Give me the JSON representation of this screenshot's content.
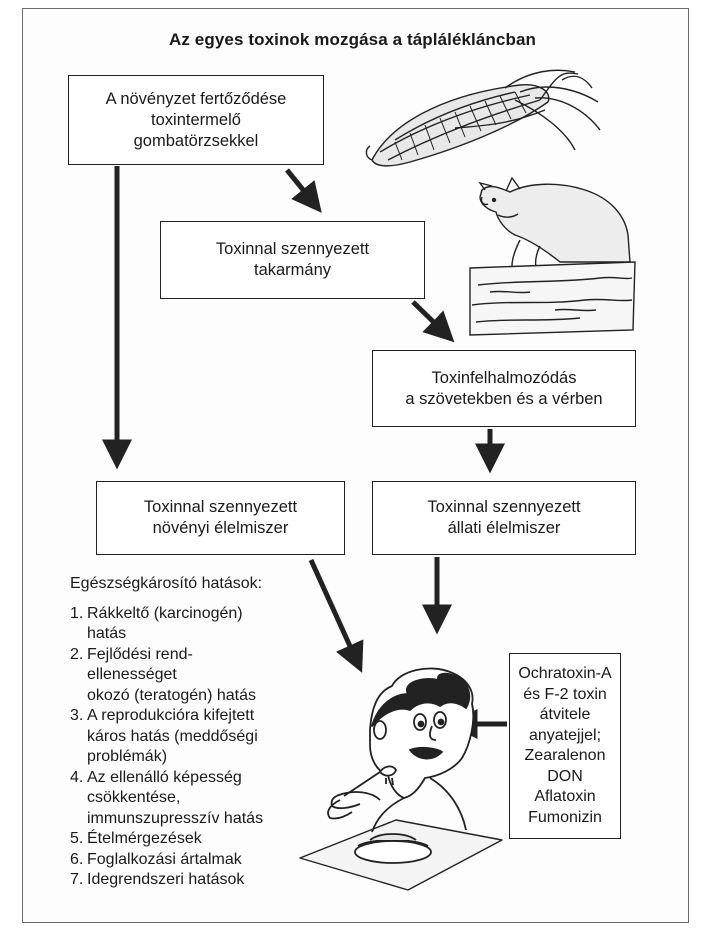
{
  "title": "Az egyes toxinok mozgása a táplálékláncban",
  "boxes": {
    "plant_infection": "A növényzet fertőződése\ntoxintermelő\ngombatörzsekkel",
    "contaminated_feed": "Toxinnal szennyezett\ntakarmány",
    "accumulation": "Toxinfelhalmozódás\na szövetekben és a vérben",
    "plant_food": "Toxinnal szennyezett\nnövényi élelmiszer",
    "animal_food": "Toxinnal szennyezett\nállati élelmiszer",
    "toxins_note": "Ochratoxin-A\nés F-2 toxin\nátvitele\nanyatejjel;\nZearalenon\nDON\nAflatoxin\nFumonizin"
  },
  "effects": {
    "heading": "Egészségkárosító hatások:",
    "items": [
      {
        "num": "1.",
        "text": "Rákkeltő (karcinogén)\nhatás"
      },
      {
        "num": "2.",
        "text": "Fejlődési rend-\nellenességet\nokozó (teratogén) hatás"
      },
      {
        "num": "3.",
        "text": "A reprodukcióra kifejtett\nkáros hatás (meddőségi\nproblémák)"
      },
      {
        "num": "4.",
        "text": "Az ellenálló képesség\ncsökkentése,\nimmunszupresszív hatás"
      },
      {
        "num": "5.",
        "text": "Ételmérgezések"
      },
      {
        "num": "6.",
        "text": "Foglalkozási ártalmak"
      },
      {
        "num": "7.",
        "text": "Idegrendszeri hatások"
      }
    ]
  },
  "illustrations": [
    "corn-cob",
    "pig",
    "boy-eating"
  ],
  "colors": {
    "ink": "#222222",
    "frame": "#6a6a6a",
    "background": "#ffffff"
  }
}
